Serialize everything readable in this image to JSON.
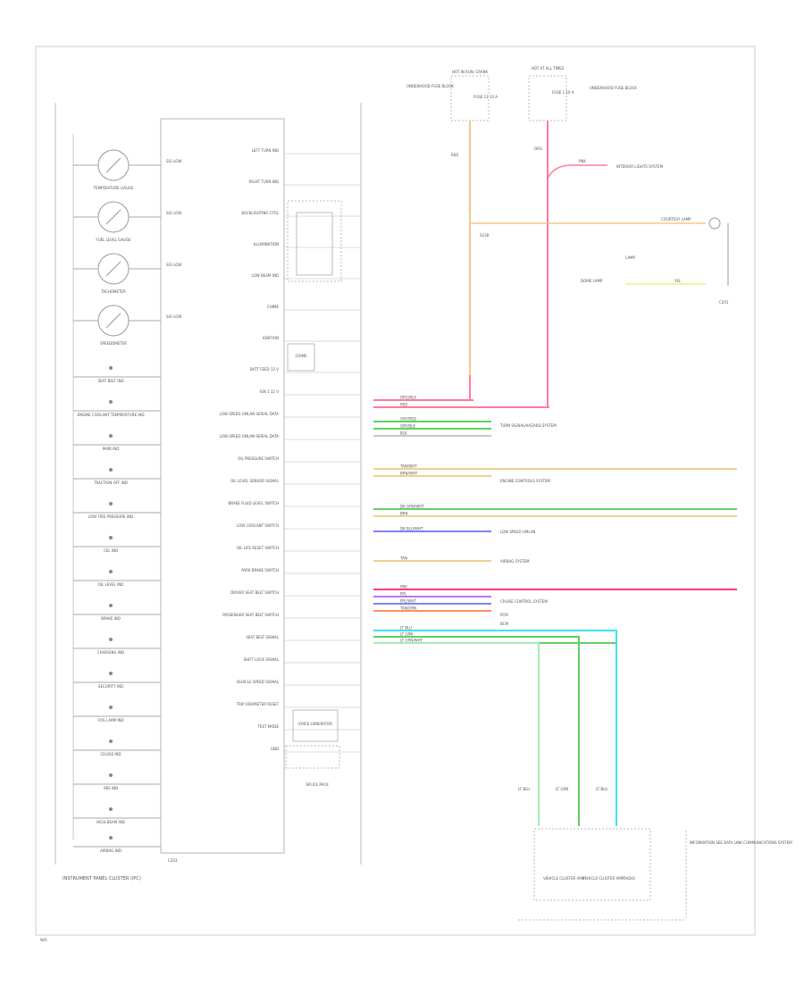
{
  "cluster": {
    "footer_label": "INSTRUMENT PANEL CLUSTER (IPC)",
    "connector_id": "C203",
    "gauges": [
      {
        "name": "TEMPERATURE GAUGE",
        "wire": "SIG LOW"
      },
      {
        "name": "FUEL LEVEL GAUGE",
        "wire": "SIG LOW"
      },
      {
        "name": "TACHOMETER",
        "wire": "SIG LOW"
      },
      {
        "name": "SPEEDOMETER",
        "wire": "SIG LOW"
      }
    ],
    "indicators": [
      "SEAT BELT IND",
      "ENGINE COOLANT TEMPERATURE IND",
      "PARK IND",
      "TRACTION OFF IND",
      "LOW TIRE PRESSURE IND",
      "CEL IND",
      "OIL LEVEL IND",
      "BRAKE IND",
      "CHARGING IND",
      "SECURITY IND",
      "FOG LAMP IND",
      "CRUISE IND",
      "ABS IND",
      "HIGH BEAM IND",
      "AIRBAG IND"
    ],
    "right_labels": [
      "LEFT TURN IND",
      "RIGHT TURN IND",
      "BACKLIGHTING CTRL",
      "ILLUMINATION",
      "LOW BEAM IND",
      "CHIME",
      "IGNITION",
      "BATT FEED 12 V",
      "IGN 1 12 V",
      "LOW SPEED GMLAN SERIAL DATA",
      "LOW SPEED GMLAN SERIAL DATA",
      "OIL PRESSURE SWITCH",
      "OIL LEVEL SENSOR SIGNAL",
      "BRAKE FLUID LEVEL SWITCH",
      "LOW COOLANT SWITCH",
      "OIL LIFE RESET SWITCH",
      "PARK BRAKE SWITCH",
      "DRIVER SEAT BELT SWITCH",
      "PASSENGER SEAT BELT SWITCH",
      "SEAT BELT SIGNAL",
      "SHIFT LOCK SIGNAL",
      "VEHICLE SPEED SIGNAL",
      "TRIP ODOMETER RESET",
      "TEST MODE",
      "GND"
    ],
    "voice_box": "VOICE GENERATOR",
    "cable_ref": "SPLICE PACK",
    "chime_box": "CHIME"
  },
  "top": {
    "fuse_left_title": "HOT IN RUN, CRANK",
    "fuse_left_label": "FUSE 11 10 A",
    "fuse_right_title": "HOT AT ALL TIMES",
    "fuse_right_label": "FUSE 1 10 A",
    "left_note": "UNDERHOOD FUSE BLOCK",
    "right_note": "UNDERHOOD FUSE BLOCK",
    "splice_label": "S238",
    "wire_red": "RED",
    "wire_org": "ORG",
    "connector_note": "INTERIOR LIGHTS SYSTEM",
    "pnk_label": "PNK",
    "courtesy_label": "COURTESY LAMP",
    "lamp_label": "LAMP",
    "lamp_ref": "C201",
    "dome_label": "DOME LAMP",
    "dome_wire": "YEL"
  },
  "bus_rows": [
    {
      "label": "ORG/BLK",
      "color": "#ff7a9a"
    },
    {
      "label": "RED",
      "color": "#ff7a9a"
    },
    {
      "label": "GRY/RED",
      "color": "#60d060"
    },
    {
      "label": "GRY/BLK",
      "color": "#60d060"
    },
    {
      "label": "BLK",
      "color": "#c8c8c8"
    },
    {
      "label": "TAN/WHT",
      "color": "#f0d090"
    },
    {
      "label": "BRN/WHT",
      "color": "#f0d090"
    },
    {
      "label": "DK GRN/WHT",
      "color": "#60d060"
    },
    {
      "label": "BRN",
      "color": "#f0d090"
    },
    {
      "label": "DK BLU/WHT",
      "color": "#8080ff"
    },
    {
      "label": "TAN",
      "color": "#f0d090"
    },
    {
      "label": "PNK",
      "color": "#ff3a7a"
    },
    {
      "label": "PPL",
      "color": "#c070ff"
    },
    {
      "label": "PPL/WHT",
      "color": "#8080ff"
    },
    {
      "label": "TAN/ORN",
      "color": "#ff9060"
    },
    {
      "label": "LT BLU",
      "color": "#40e0f0"
    },
    {
      "label": "LT GRN",
      "color": "#40e0f0"
    },
    {
      "label": "LT GRN/WHT",
      "color": "#60d060"
    }
  ],
  "bus_notes": [
    "TURN SIGNAL/HAZARD SYSTEM",
    "ENGINE CONTROLS SYSTEM",
    "LOW SPEED GMLAN",
    "AIRBAG SYSTEM",
    "CRUISE CONTROL SYSTEM",
    "PCM",
    "BCM"
  ],
  "bottom": {
    "mod1": "VEHICLE CLUSTER AMP",
    "mod2": "VEHICLE CLUSTER AMP",
    "mod3": "RADIO",
    "right_note": "INFORMATION SEE DATA LINK COMMUNICATIONS SYSTEM",
    "wire1": "LT BLU",
    "wire2": "LT GRN",
    "wire3": "LT BLU",
    "footer_ref": "W/S"
  },
  "colors": {
    "frame": "#cccccc",
    "line": "#9a9a9a",
    "red": "#ff7a9a",
    "orange": "#f5c88a",
    "green": "#60d060",
    "blue": "#8080ff",
    "cyan": "#40e0f0",
    "magenta": "#ff3a7a",
    "purple": "#c070ff"
  }
}
